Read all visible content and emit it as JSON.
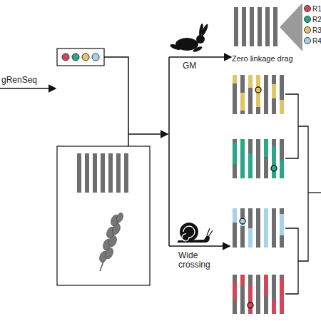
{
  "diagram": {
    "labels": [
      "gRenSeq",
      "GM",
      "Zero linkage drag",
      "Wide crossing"
    ],
    "legend": [
      {
        "text": "R1",
        "color": "#d2465a"
      },
      {
        "text": "R2",
        "color": "#2aa68a"
      },
      {
        "text": "R3",
        "color": "#e2c566"
      },
      {
        "text": "R4",
        "color": "#a6d3ea"
      }
    ]
  }
}
